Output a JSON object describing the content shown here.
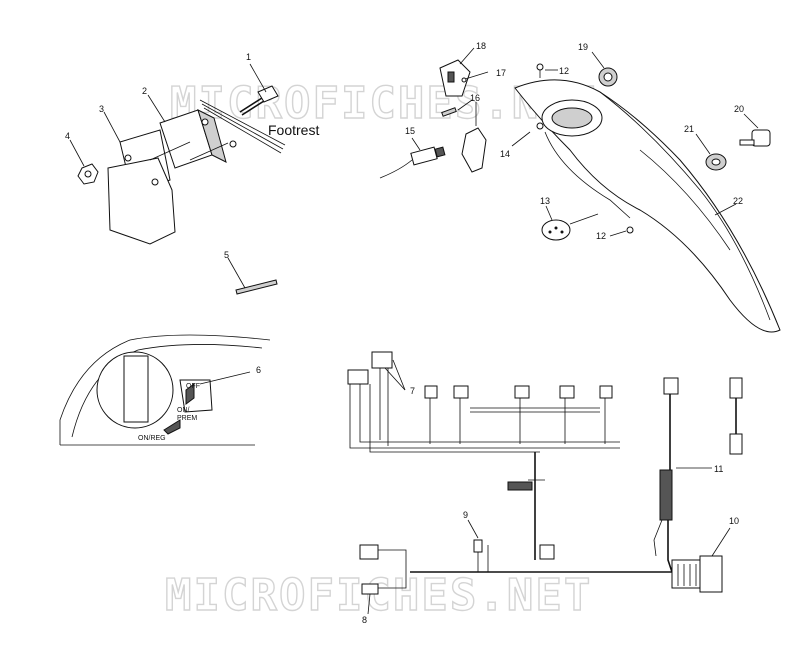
{
  "watermark": "MICROFICHES.NET",
  "footrest_label": "Footrest",
  "switch_labels": {
    "off": "OFF",
    "on_prem_1": "ON/",
    "on_prem_2": "PREM",
    "on_reg": "ON/REG"
  },
  "callouts": {
    "c1": "1",
    "c2": "2",
    "c3": "3",
    "c4": "4",
    "c5": "5",
    "c6": "6",
    "c7": "7",
    "c8": "8",
    "c9": "9",
    "c10": "10",
    "c11": "11",
    "c12a": "12",
    "c12b": "12",
    "c13": "13",
    "c14": "14",
    "c15": "15",
    "c16": "16",
    "c17": "17",
    "c18": "18",
    "c19": "19",
    "c20": "20",
    "c21": "21",
    "c22": "22"
  }
}
